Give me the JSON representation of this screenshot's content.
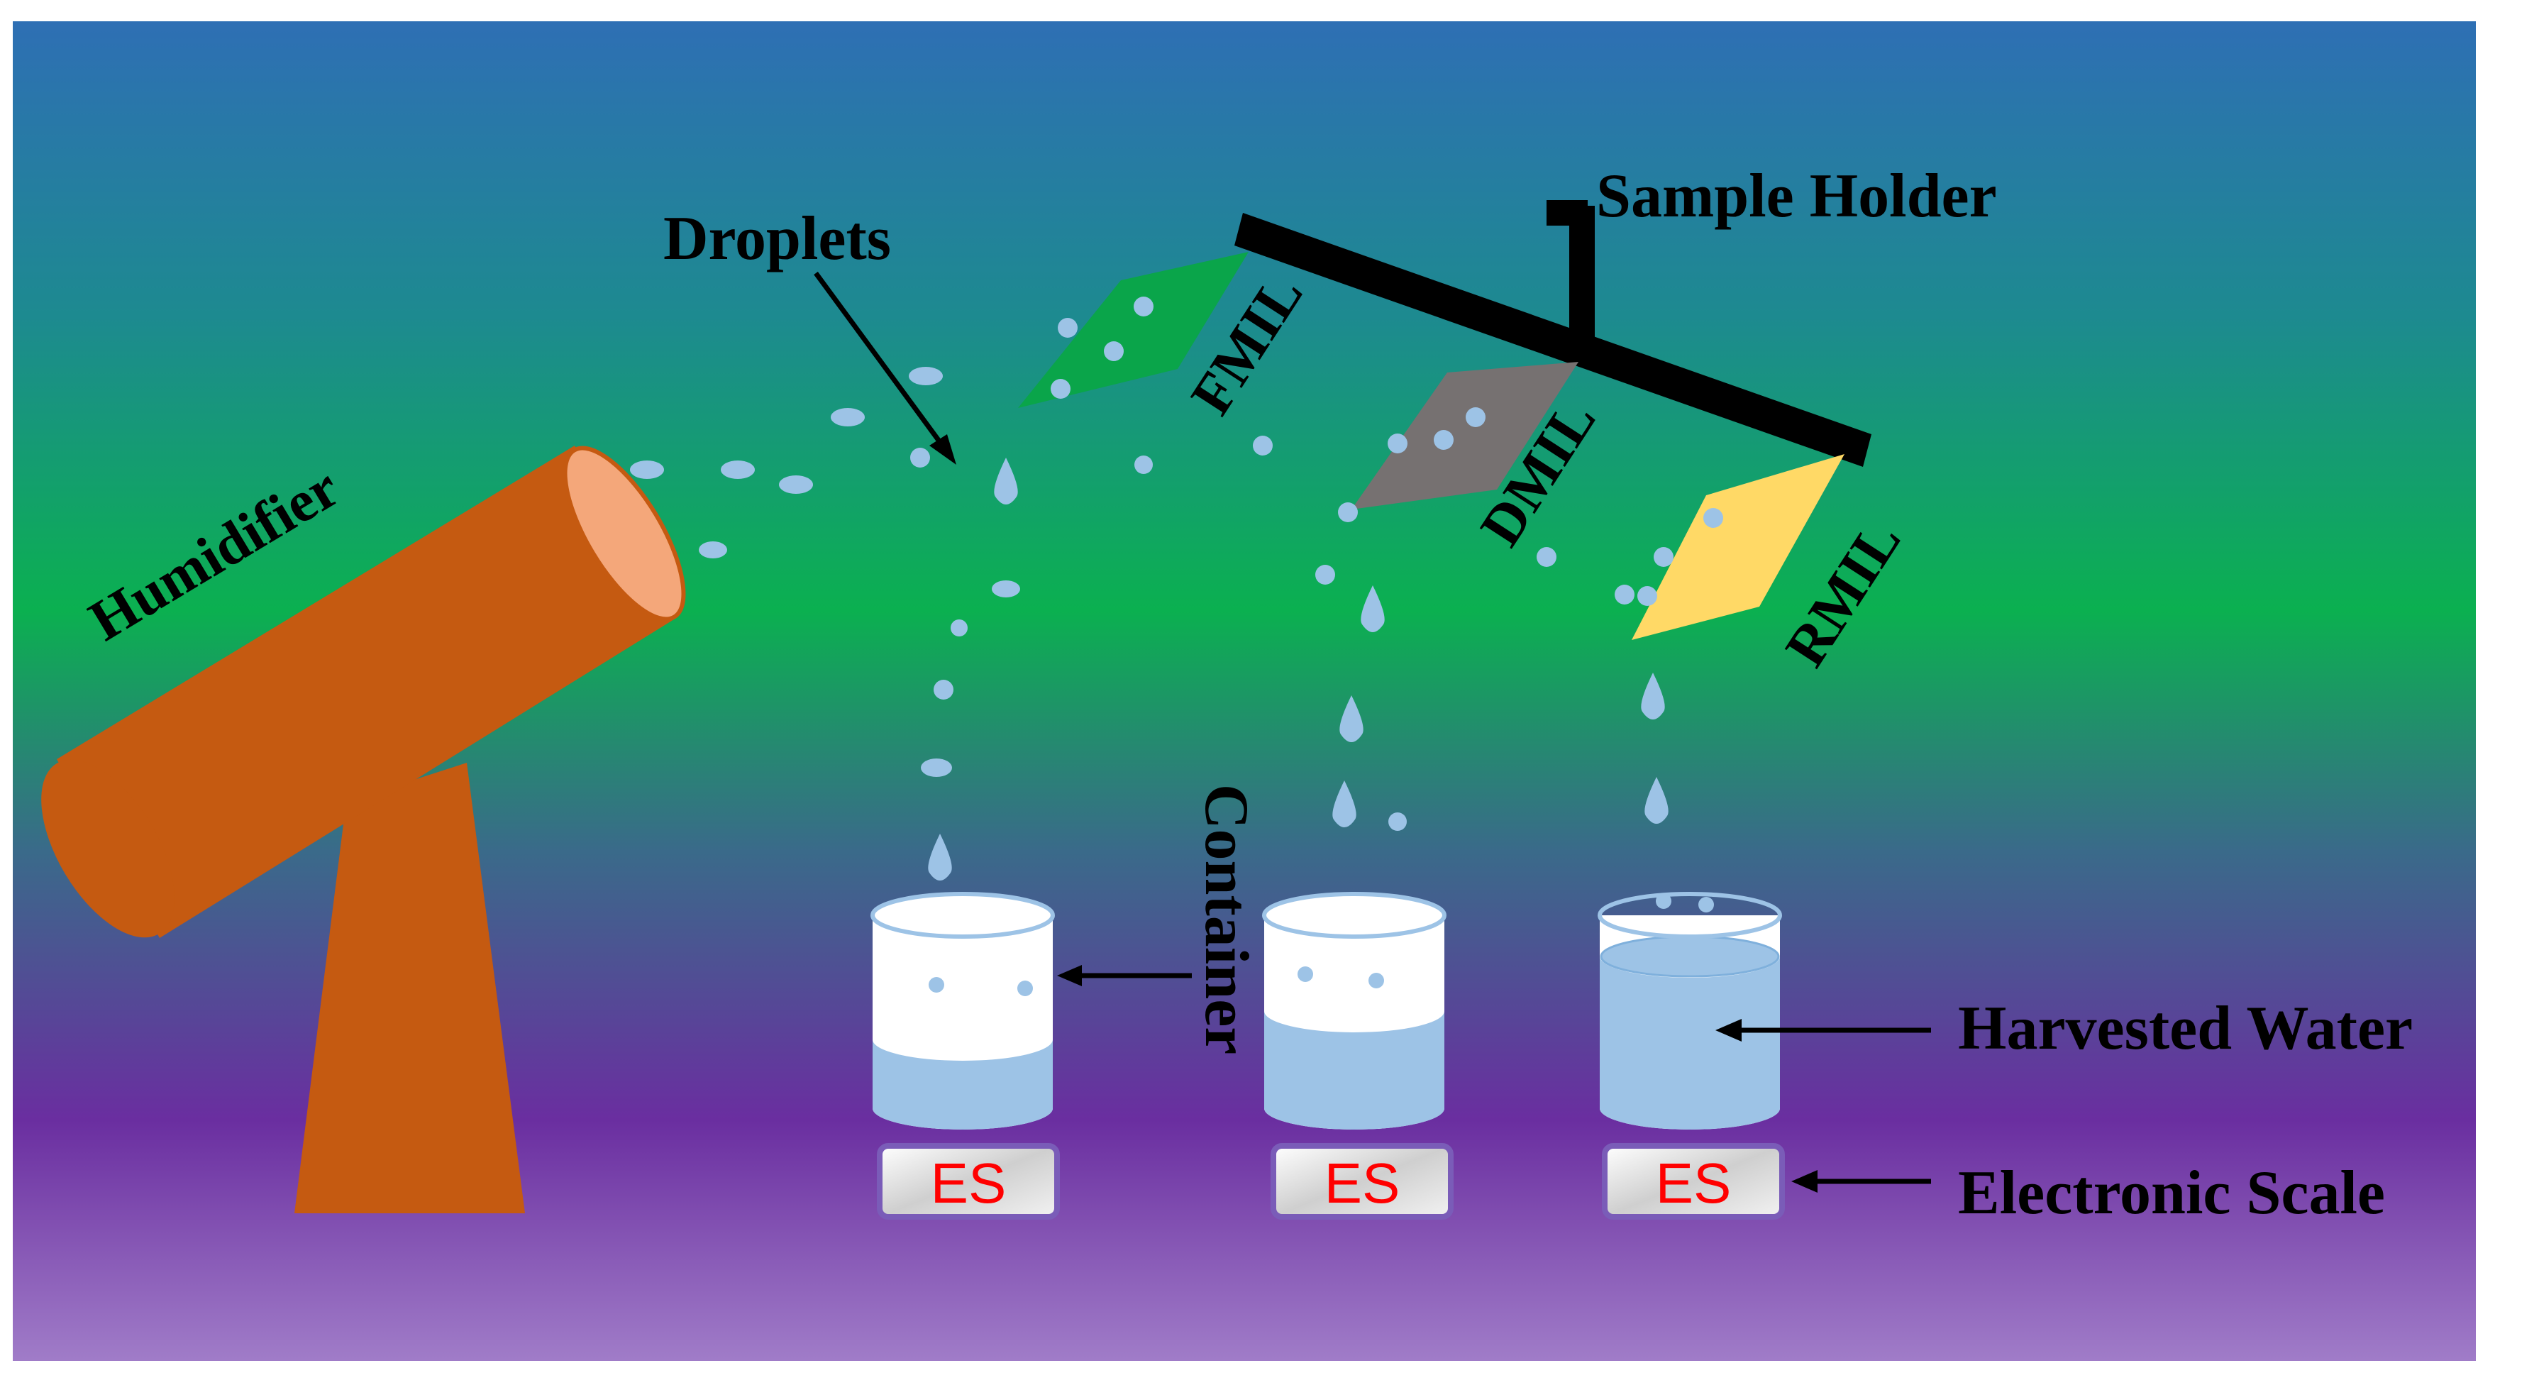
{
  "diagram": {
    "labels": {
      "humidifier": "Humidifier",
      "droplets": "Droplets",
      "sample_holder": "Sample Holder",
      "fmil": "FMIL",
      "dmil": "DMIL",
      "rmil": "RMIL",
      "container": "Container",
      "harvested_water": "Harvested Water",
      "electronic_scale": "Electronic Scale"
    },
    "scales": [
      {
        "label": "ES"
      },
      {
        "label": "ES"
      },
      {
        "label": "ES"
      }
    ],
    "colors": {
      "background_top": "#2e6fb4",
      "background_mid": "#0bb050",
      "background_purple": "#6a2ea0",
      "background_bottom": "#a07cc8",
      "humidifier": "#c55a11",
      "humidifier_opening": "#f4a77a",
      "fmil": "#0aa54a",
      "dmil": "#767171",
      "rmil": "#ffd966",
      "droplet": "#9dc3e6",
      "water": "#9dc3e6",
      "scale_text": "#ff0000",
      "text": "#000000"
    }
  }
}
